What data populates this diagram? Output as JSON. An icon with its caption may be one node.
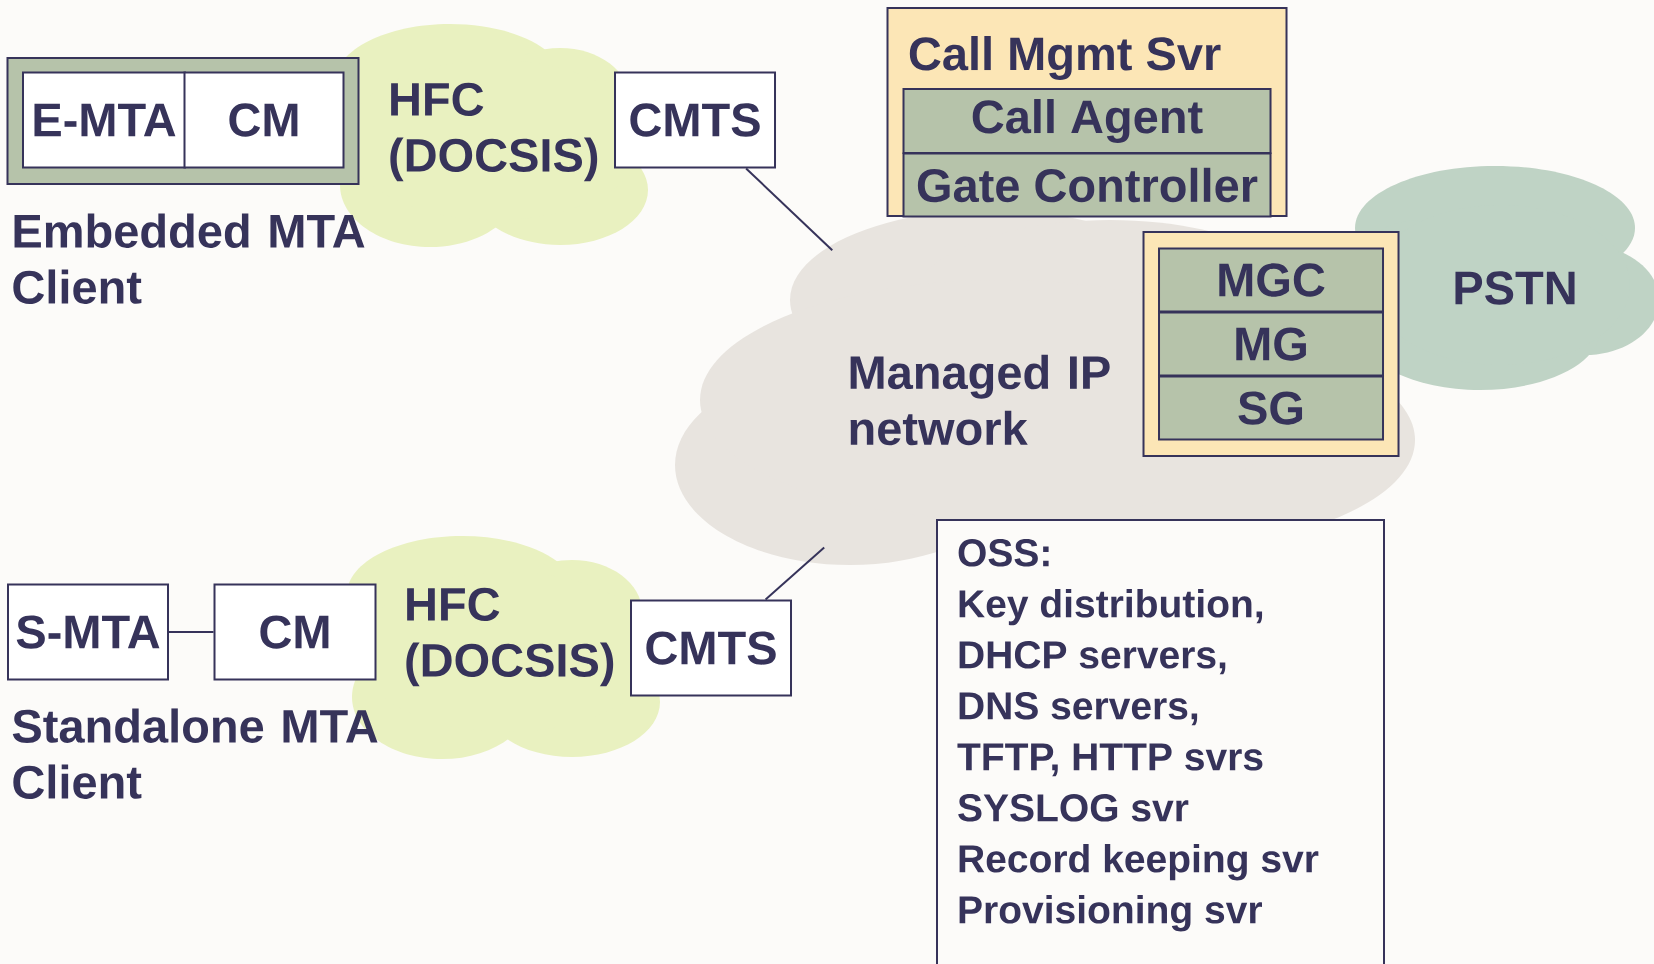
{
  "diagram": {
    "nodes": [
      {
        "text": [],
        "shape": "box"
      },
      {
        "text": [
          "E-MTA"
        ],
        "in": 0
      },
      {
        "text": [
          "CM"
        ],
        "in": 0
      },
      {
        "text": [
          "HFC (DOCSIS)"
        ]
      },
      {
        "text": [
          "CMTS"
        ]
      },
      {
        "text": [
          "Call Mgmt Svr"
        ]
      },
      {
        "text": [
          "Call Agent"
        ],
        "in": 5
      },
      {
        "text": [
          "Gate Controller"
        ],
        "in": 5
      },
      {
        "text": [
          "Managed IP network"
        ]
      },
      {
        "text": [],
        "shape": "box"
      },
      {
        "text": [
          "MGC"
        ],
        "in": 9
      },
      {
        "text": [
          "MG"
        ],
        "in": 9
      },
      {
        "text": [
          "SG"
        ],
        "in": 9
      },
      {
        "text": [
          "PSTN"
        ]
      },
      {
        "text": [
          "S-MTA"
        ]
      },
      {
        "text": [
          "CM"
        ]
      },
      {
        "text": [
          "HFC (DOCSIS)"
        ]
      },
      {
        "text": [
          "CMTS"
        ]
      },
      {
        "text": [
          "OSS:",
          "Key distribution,",
          "DHCP servers,",
          "DNS servers,",
          "TFTP, HTTP svrs",
          "SYSLOG svr",
          "Record keeping svr",
          "Provisioning svr"
        ]
      }
    ],
    "edges": [
      {
        "from": 4,
        "to": 8,
        "arrow": "none"
      },
      {
        "from": 17,
        "to": 8,
        "arrow": "none"
      },
      {
        "from": 14,
        "to": 15,
        "arrow": "none"
      }
    ],
    "labels": [
      "Embedded MTA Client",
      "Standalone MTA Client"
    ]
  }
}
